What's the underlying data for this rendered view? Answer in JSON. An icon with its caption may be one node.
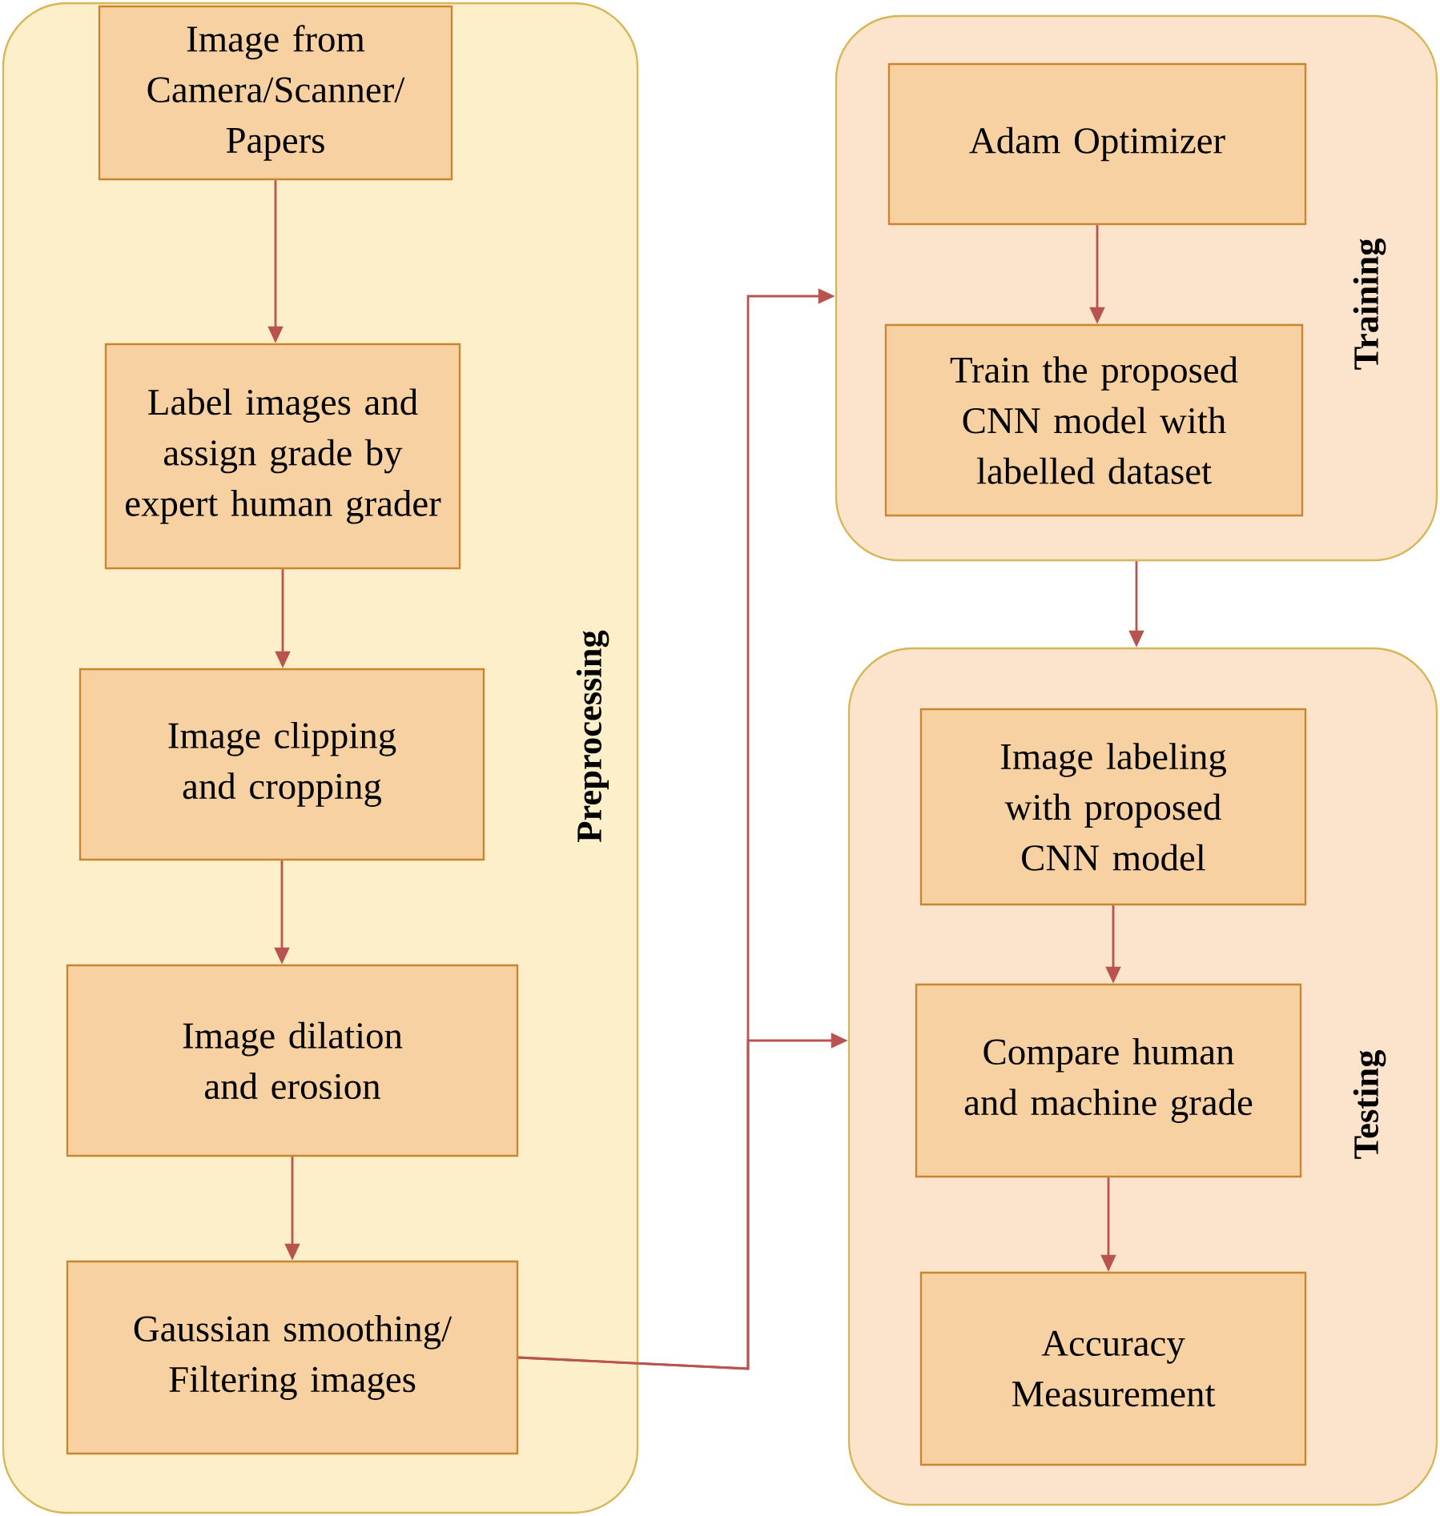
{
  "diagram": {
    "nodes": [
      {
        "text": [
          "Preprocessing"
        ]
      },
      {
        "text": [
          "Image from Camera/Scanner/ Papers"
        ],
        "in": 0
      },
      {
        "text": [
          "Label images and assign grade by expert human grader"
        ],
        "in": 0
      },
      {
        "text": [
          "Image clipping and cropping"
        ],
        "in": 0
      },
      {
        "text": [
          "Image dilation and erosion"
        ],
        "in": 0
      },
      {
        "text": [
          "Gaussian smoothing/ Filtering images"
        ],
        "in": 0
      },
      {
        "text": [
          "Training"
        ]
      },
      {
        "text": [
          "Adam Optimizer"
        ],
        "in": 6
      },
      {
        "text": [
          "Train the proposed CNN model with labelled dataset"
        ],
        "in": 6
      },
      {
        "text": [
          "Testing"
        ]
      },
      {
        "text": [
          "Image labeling with proposed CNN model"
        ],
        "in": 9
      },
      {
        "text": [
          "Compare human and machine grade"
        ],
        "in": 9
      },
      {
        "text": [
          "Accuracy Measurement"
        ],
        "in": 9
      }
    ],
    "edges": [
      {
        "from": 1,
        "to": 2,
        "arrow": "to"
      },
      {
        "from": 2,
        "to": 3,
        "arrow": "to"
      },
      {
        "from": 3,
        "to": 4,
        "arrow": "to"
      },
      {
        "from": 4,
        "to": 5,
        "arrow": "to"
      },
      {
        "from": 5,
        "to": 6,
        "arrow": "to"
      },
      {
        "from": 5,
        "to": 9,
        "arrow": "to"
      },
      {
        "from": 7,
        "to": 8,
        "arrow": "to"
      },
      {
        "from": 6,
        "to": 9,
        "arrow": "to"
      },
      {
        "from": 10,
        "to": 11,
        "arrow": "to"
      },
      {
        "from": 11,
        "to": 12,
        "arrow": "to"
      }
    ]
  }
}
